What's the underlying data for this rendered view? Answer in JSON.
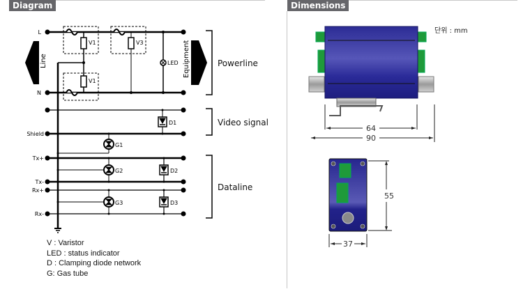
{
  "sections": {
    "diagram_title": "Diagram",
    "dimensions_title": "Dimensions"
  },
  "diagram": {
    "line_label": "Line",
    "equipment_label": "Equipment",
    "terminals": [
      "L",
      "N",
      "Shield",
      "Tx+",
      "Tx-",
      "Rx+",
      "Rx-"
    ],
    "components": {
      "v1_top": "V1",
      "v1_bottom": "V1",
      "v3": "V3",
      "led": "LED",
      "g1": "G1",
      "g2": "G2",
      "g3": "G3",
      "d1": "D1",
      "d2": "D2",
      "d3": "D3"
    },
    "groups": {
      "powerline": "Powerline",
      "video_signal": "Video signal",
      "dataline": "Dataline"
    },
    "legend": [
      "V : Varistor",
      "LED : status indicator",
      "D : Clamping diode network",
      "G: Gas tube"
    ]
  },
  "dimensions": {
    "unit_label": "단위 : mm",
    "inner_width": "64",
    "total_width": "90",
    "height": "55",
    "depth": "37"
  },
  "colors": {
    "tab_bg": "#66666a",
    "device_blue": "#2a2a9a",
    "terminal_green": "#1f9a3a"
  }
}
